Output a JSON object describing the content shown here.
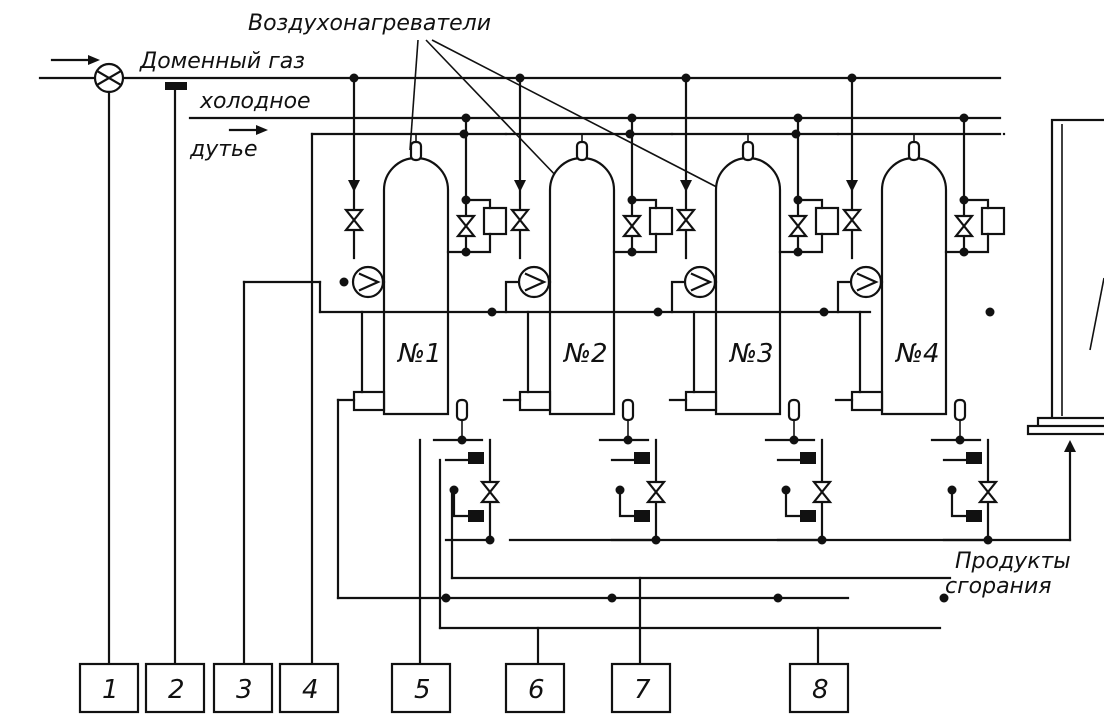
{
  "labels": {
    "heaters": "Воздухонагреватели",
    "blast_gas": "Доменный газ",
    "cold": "холодное",
    "blast": "дутье",
    "combustion_1": "Продукты",
    "combustion_2": "сгорания"
  },
  "heaters": [
    {
      "label": "№1"
    },
    {
      "label": "№2"
    },
    {
      "label": "№3"
    },
    {
      "label": "№4"
    }
  ],
  "control_boxes": [
    "1",
    "2",
    "3",
    "4",
    "5",
    "6",
    "7",
    "8"
  ]
}
